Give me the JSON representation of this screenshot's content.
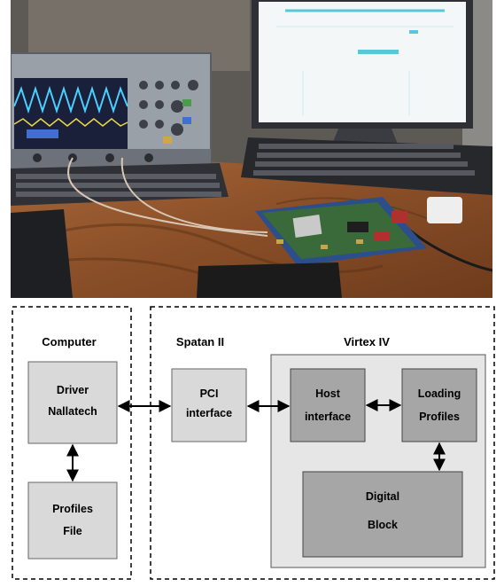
{
  "groups": {
    "computer": "Computer",
    "spartan": "Spatan II",
    "virtex": "Virtex IV"
  },
  "blocks": {
    "driver": [
      "Driver",
      "Nallatech"
    ],
    "profiles_file": [
      "Profiles",
      "File"
    ],
    "pci": [
      "PCI",
      "interface"
    ],
    "host": [
      "Host",
      "interface"
    ],
    "loading": [
      "Loading",
      "Profiles"
    ],
    "digital": [
      "Digital",
      "Block"
    ]
  },
  "colors": {
    "block_light": "#d9d9d9",
    "block_dark": "#a6a6a6",
    "virtex_bg": "#e6e6e6"
  }
}
